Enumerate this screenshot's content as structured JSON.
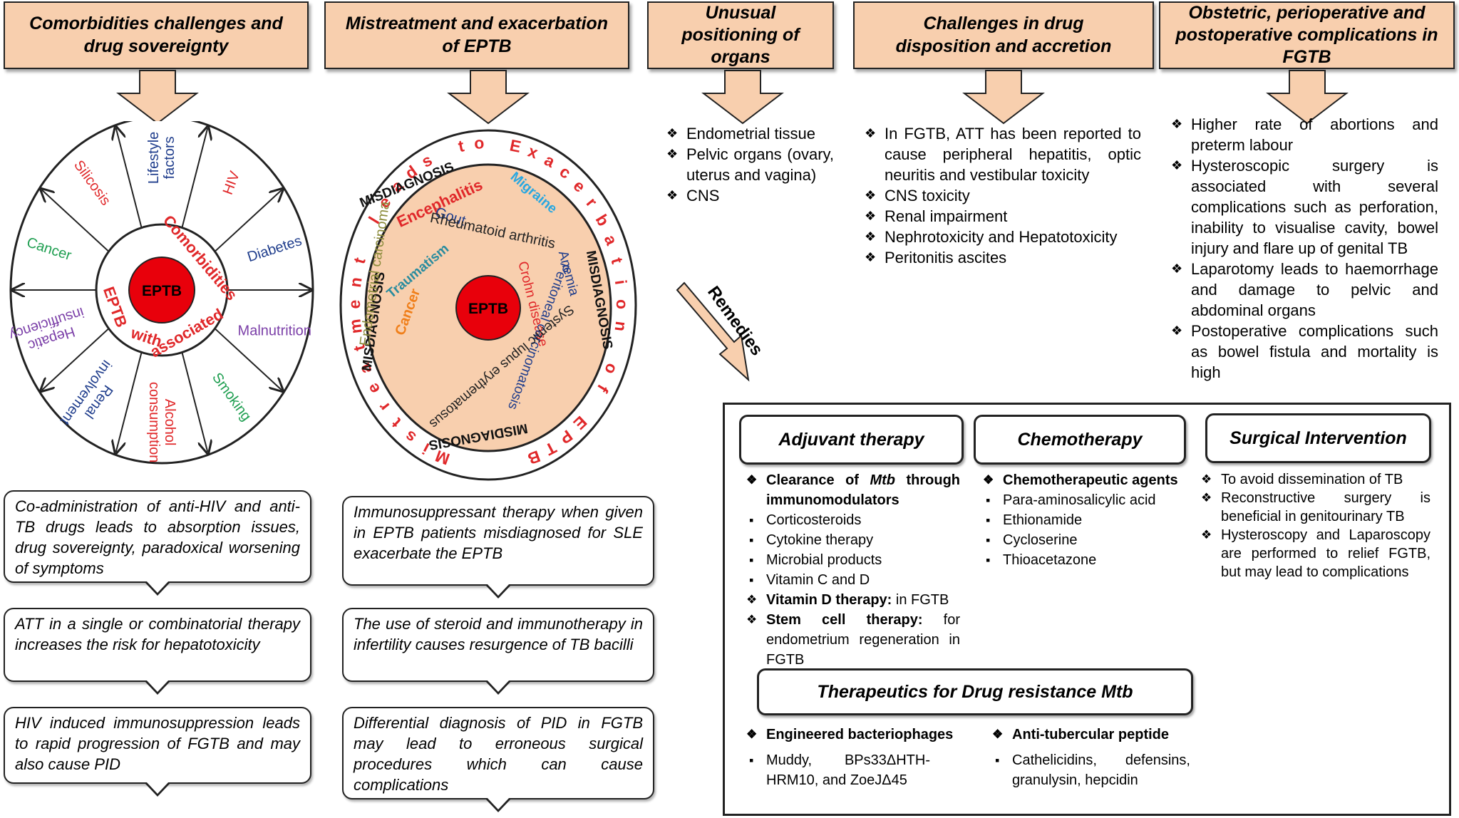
{
  "headers": {
    "comorbidities": "Comorbidities challenges and\ndrug sovereignty",
    "mistreatment": "Mistreatment and exacerbation\nof  EPTB",
    "unusual": "Unusual\npositioning of\norgans",
    "challenges": "Challenges in drug\ndisposition and accretion",
    "obstetric": "Obstetric, perioperative and\npostoperative complications in\nFGTB"
  },
  "wheel": {
    "center": "EPTB",
    "ring_words": [
      "Comorbidities",
      "associated",
      "with",
      "EPTB"
    ],
    "segments": [
      {
        "label": "HIV",
        "color": "#e0282a"
      },
      {
        "label": "Diabetes",
        "color": "#1f3d8c"
      },
      {
        "label": "Malnutrition",
        "color": "#7b3fa8"
      },
      {
        "label": "Smoking",
        "color": "#1e9e50"
      },
      {
        "label": "Alcohol\nconsumption",
        "color": "#e0282a"
      },
      {
        "label": "Renal\ninvolvement",
        "color": "#1f3d8c"
      },
      {
        "label": "Hepatic\ninsufficiency",
        "color": "#7b3fa8"
      },
      {
        "label": "Cancer",
        "color": "#1e9e50"
      },
      {
        "label": "Silicosis",
        "color": "#e0282a"
      },
      {
        "label": "Lifestyle\nfactors",
        "color": "#1f3d8c"
      }
    ]
  },
  "target": {
    "center": "EPTB",
    "outer_ring_text": "Mistreatment leads to Exacerbation of EPTB",
    "misdiagnosis": "MISDIAGNOSIS",
    "conditions": [
      {
        "label": "Encephalitis",
        "color": "#e0282a"
      },
      {
        "label": "Migraine",
        "color": "#29a7e0"
      },
      {
        "label": "Gout",
        "color": "#1f3d8c"
      },
      {
        "label": "Rheumatoid arthritis",
        "color": "#222222"
      },
      {
        "label": "Traumatism",
        "color": "#2a8c9e"
      },
      {
        "label": "Cancer",
        "color": "#f07f1a"
      },
      {
        "label": "Endometrial carcinoma",
        "color": "#8c8c3c"
      },
      {
        "label": "Crohn disease",
        "color": "#e0282a"
      },
      {
        "label": "Anemia",
        "color": "#1f3d8c"
      },
      {
        "label": "Peritoneal carcinomatosis",
        "color": "#1f3d8c"
      },
      {
        "label": "Systemic lupus erythematosus",
        "color": "#222222"
      }
    ]
  },
  "remedies_label": "Remedies",
  "unusual_items": [
    "Endometrial tissue",
    "Pelvic organs (ovary, uterus and vagina)",
    "CNS"
  ],
  "challenges_items": [
    "In FGTB, ATT has been reported to cause peripheral hepatitis, optic neuritis and vestibular toxicity",
    "CNS toxicity",
    "Renal impairment",
    "Nephrotoxicity and Hepatotoxicity",
    "Peritonitis ascites"
  ],
  "obstetric_items": [
    "Higher rate of abortions and preterm labour",
    "Hysteroscopic surgery is associated with several complications such as perforation, inability to visualise cavity, bowel injury  and flare up of genital TB",
    "Laparotomy leads to haemorrhage and damage to pelvic and abdominal organs",
    "Postoperative complications such as bowel fistula and mortality is high"
  ],
  "left_callouts": [
    "Co-administration of anti-HIV and anti-TB drugs leads to absorption issues, drug sovereignty, paradoxical worsening of symptoms",
    "ATT in a single or combinatorial therapy increases the risk for hepatotoxicity",
    "HIV induced immunosuppression leads to rapid progression of FGTB and may also cause PID"
  ],
  "mid_callouts": [
    "Immunosuppressant therapy when given in EPTB patients misdiagnosed for SLE exacerbate the EPTB",
    "The use of steroid and immunotherapy in infertility causes resurgence of TB bacilli",
    "Differential diagnosis of PID in FGTB may lead to erroneous surgical procedures which can cause complications"
  ],
  "remedies": {
    "adjuvant": {
      "title": "Adjuvant therapy",
      "h1_pre": "Clearance of ",
      "h1_em": "Mtb",
      "h1_post": " through immunomodulators",
      "subs": [
        "Corticosteroids",
        "Cytokine therapy",
        "Microbial products",
        "Vitamin C and D"
      ],
      "vitd_bold": "Vitamin D therapy:",
      "vitd_rest": " in FGTB",
      "stem_bold": "Stem cell therapy:",
      "stem_rest": " for endometrium regeneration in FGTB"
    },
    "chemo": {
      "title": "Chemotherapy",
      "heading": "Chemotherapeutic agents",
      "subs": [
        "Para-aminosalicylic acid",
        "Ethionamide",
        "Cycloserine",
        "Thioacetazone"
      ]
    },
    "surgical": {
      "title": "Surgical Intervention",
      "items": [
        "To avoid dissemination of TB",
        "Reconstructive surgery is beneficial in genitourinary TB",
        "Hysteroscopy and Laparoscopy are performed to relief FGTB, but may lead to complications"
      ]
    },
    "drug_resistance": {
      "title": "Therapeutics for Drug resistance Mtb",
      "phage_heading": "Engineered bacteriophages",
      "phage_item": "Muddy, BPs33ΔHTH-HRM10, and ZoeJΔ45",
      "peptide_heading": "Anti-tubercular peptide",
      "peptide_item": "Cathelicidins, defensins, granulysin, hepcidin"
    }
  }
}
